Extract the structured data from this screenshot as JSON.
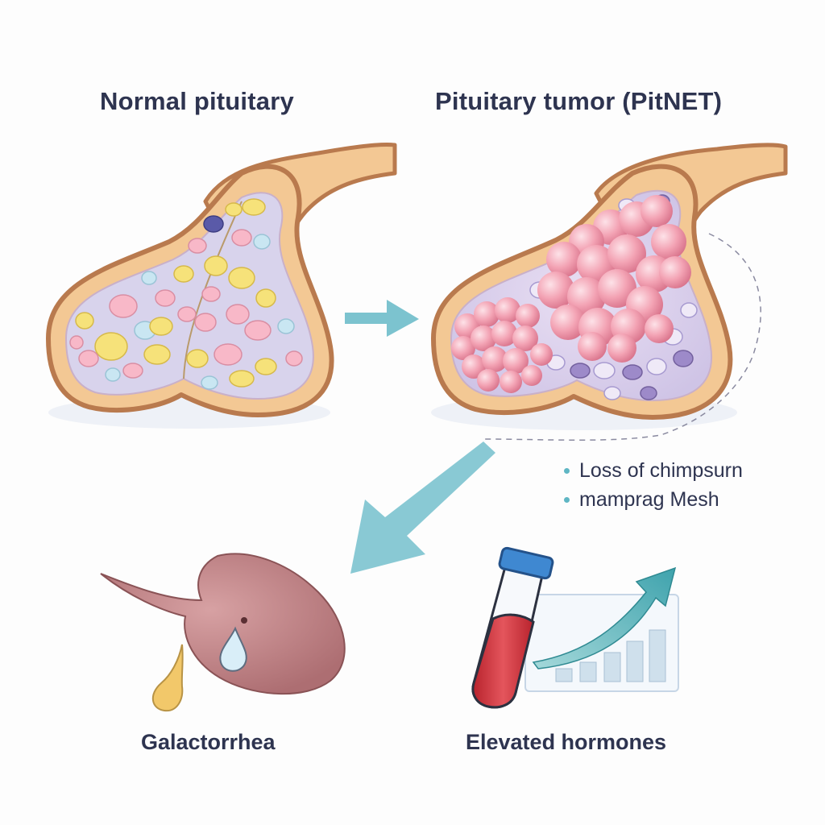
{
  "titles": {
    "normal": "Normal pituitary",
    "tumor": "Pituitary tumor (PitNET)"
  },
  "notes": [
    "Loss of chimpsurn",
    "mamprag Mesh"
  ],
  "captions": {
    "left": "Galactorrhea",
    "right": "Elevated hormones"
  },
  "colors": {
    "arrow": "#7cc3cf",
    "tissue_outline": "#b97a4e",
    "tissue_fill": "#f3c894",
    "tumor_cell": "#f3a3b4",
    "blood": "#d43b43",
    "tube_cap": "#3f88d1",
    "breast": "#c98a8c",
    "milk_drop": "#f2c86a",
    "tear": "#bfe4f5",
    "text": "#2e3450"
  },
  "icons": {
    "blood_tube": "test-tube-icon",
    "trend": "rising-trend-arrow-icon",
    "bar_chart": "bar-chart-icon",
    "drop": "milk-drop-icon",
    "tear": "tear-drop-icon"
  }
}
